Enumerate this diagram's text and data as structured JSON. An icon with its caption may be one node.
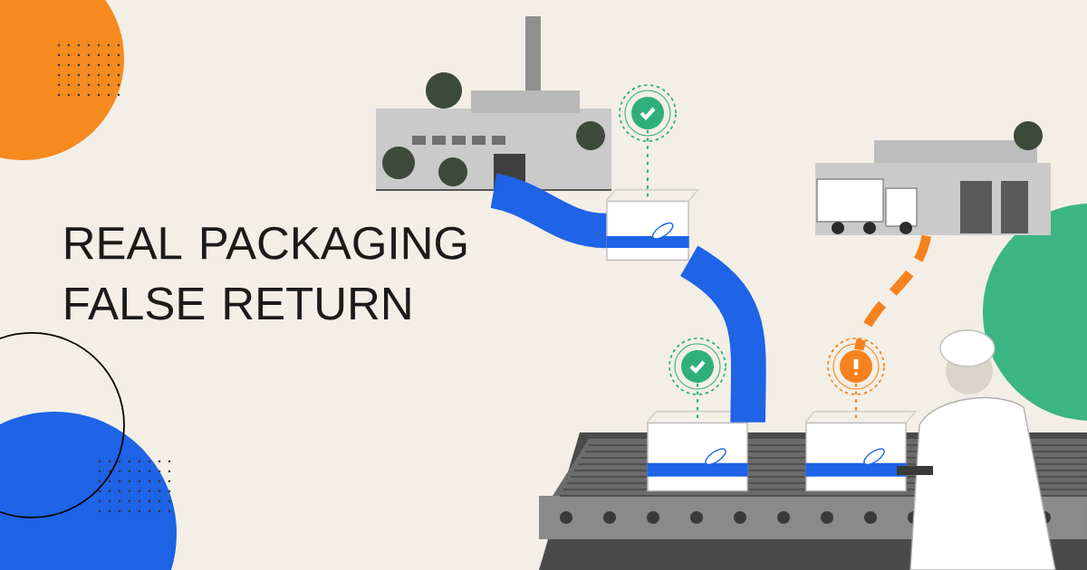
{
  "diagram": {
    "title": "REAL PACKAGING FALSE RETURN",
    "nodes": [
      {
        "text": [],
        "shape": "picture"
      },
      {
        "text": [],
        "shape": "circle"
      },
      {
        "text": [],
        "shape": "box"
      },
      {
        "text": [],
        "shape": "picture"
      },
      {
        "text": [],
        "shape": "circle"
      },
      {
        "text": [],
        "shape": "circle"
      },
      {
        "text": [],
        "shape": "box"
      },
      {
        "text": [],
        "shape": "box"
      }
    ],
    "edges": [
      {
        "from": 0,
        "to": 2,
        "arrow": "none",
        "style": "thick",
        "color": "#1f63e6"
      },
      {
        "from": 2,
        "to": 6,
        "arrow": "none",
        "style": "thick",
        "color": "#1f63e6"
      },
      {
        "from": 1,
        "to": 2,
        "arrow": "none",
        "style": "dashed",
        "color": "#2fb07a"
      },
      {
        "from": 4,
        "to": 6,
        "arrow": "none",
        "style": "dashed",
        "color": "#2fb07a"
      },
      {
        "from": 5,
        "to": 7,
        "arrow": "none",
        "style": "dashed",
        "color": "#f5821f"
      },
      {
        "from": 3,
        "to": 5,
        "arrow": "none",
        "style": "dashed",
        "color": "#f5821f"
      }
    ]
  }
}
